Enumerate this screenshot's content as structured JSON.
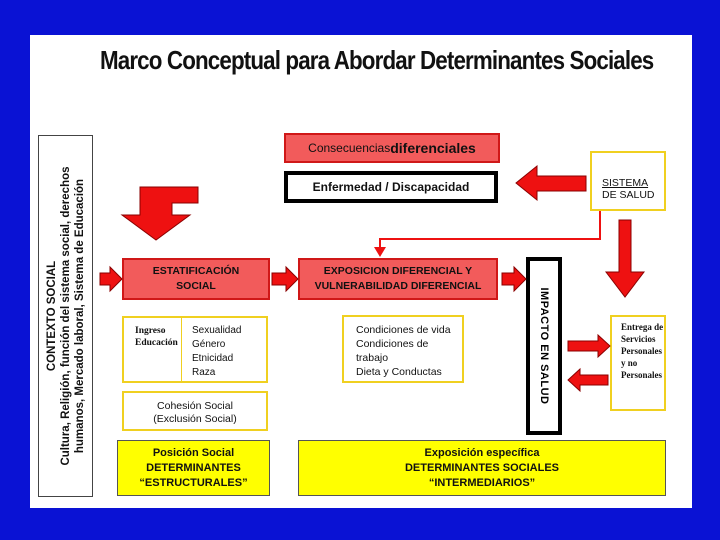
{
  "title": "Marco Conceptual para Abordar Determinantes Sociales",
  "vertical_context": {
    "line1": "CONTEXTO SOCIAL",
    "line2": "Cultura, Religión, función del sistema social, derechos",
    "line3": "humanos, Mercado laboral, Sistema de Educación"
  },
  "consecuencias": {
    "normal": "Consecuencias ",
    "bold": "diferenciales"
  },
  "enfermedad": "Enfermedad  / Discapacidad",
  "sistema": {
    "line1": "SISTEMA",
    "line2": "DE SALUD"
  },
  "estratificacion": {
    "line1": "ESTATIFICACIÓN",
    "line2": "SOCIAL"
  },
  "exposicion": {
    "line1": "EXPOSICION DIFERENCIAL Y",
    "line2": "VULNERABILIDAD DIFERENCIAL"
  },
  "impacto": "IMPACTO EN SALUD",
  "ingreso": {
    "line1": "Ingreso",
    "line2": "Educación"
  },
  "factores": [
    "Sexualidad",
    "Género",
    "Etnicidad",
    "Raza"
  ],
  "condiciones": [
    "Condiciones de vida",
    "Condiciones de",
    "trabajo",
    "Dieta y Conductas"
  ],
  "entrega": [
    "Entrega de",
    "Servicios",
    "Personales",
    "y no",
    "Personales"
  ],
  "cohesion": {
    "line1": "Cohesión Social",
    "line2": "(Exclusión Social)"
  },
  "posicion": {
    "line1": "Posición Social",
    "line2": "DETERMINANTES",
    "line3": "“ESTRUCTURALES”"
  },
  "expo_especifica": {
    "line1": "Exposición específica",
    "line2": "DETERMINANTES SOCIALES",
    "line3": "“INTERMEDIARIOS”"
  },
  "colors": {
    "background": "#0a12d4",
    "red_box": "#f25b5b",
    "arrow_red": "#ee1111",
    "yellow": "#ffff00",
    "yellow_border": "#f0d020"
  }
}
